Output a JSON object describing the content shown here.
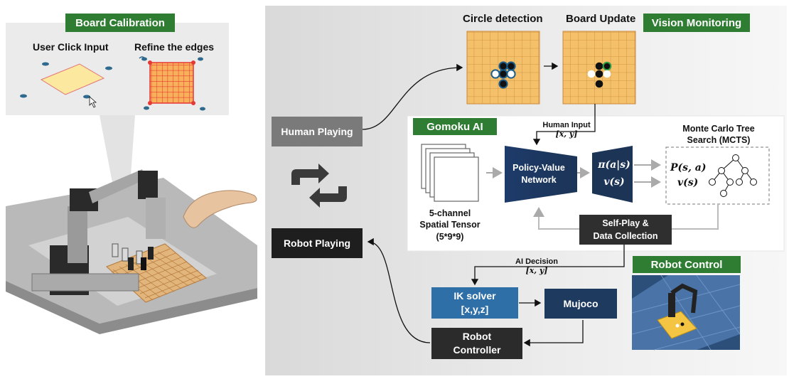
{
  "calibration": {
    "tag": "Board Calibration",
    "click_label": "User Click Input",
    "refine_label": "Refine the edges"
  },
  "vision": {
    "tag": "Vision Monitoring",
    "circle_label": "Circle detection",
    "update_label": "Board Update"
  },
  "left_flow": {
    "human_playing": "Human Playing",
    "robot_playing": "Robot Playing"
  },
  "gomoku": {
    "tag": "Gomoku AI",
    "human_input_label": "Human Input",
    "human_input_coord": "[x, y]",
    "tensor_line1": "5-channel",
    "tensor_line2": "Spatial Tensor",
    "tensor_line3": "(5*9*9)",
    "network_line1": "Policy-Value",
    "network_line2": "Network",
    "policy_out": "π(a|s)",
    "value_out": "v(s)",
    "mcts_title_line1": "Monte Carlo Tree",
    "mcts_title_line2": "Search (MCTS)",
    "mcts_p": "P(s, a)",
    "mcts_v": "v(s)",
    "selfplay_line1": "Self-Play &",
    "selfplay_line2": "Data Collection"
  },
  "control": {
    "tag": "Robot Control",
    "ai_decision_label": "AI Decision",
    "ai_decision_coord": "[x, y]",
    "ik_line1": "IK solver",
    "ik_line2": "[x,y,z]",
    "mujoco": "Mujoco",
    "controller_line1": "Robot",
    "controller_line2": "Controller"
  },
  "colors": {
    "green_tag": "#2e7d32",
    "navy": "#1f3a5f",
    "ik_blue": "#2f6fa8",
    "dark_box": "#2b2b2b",
    "grey_box": "#7a7a7a",
    "board": "#f5c06a"
  }
}
